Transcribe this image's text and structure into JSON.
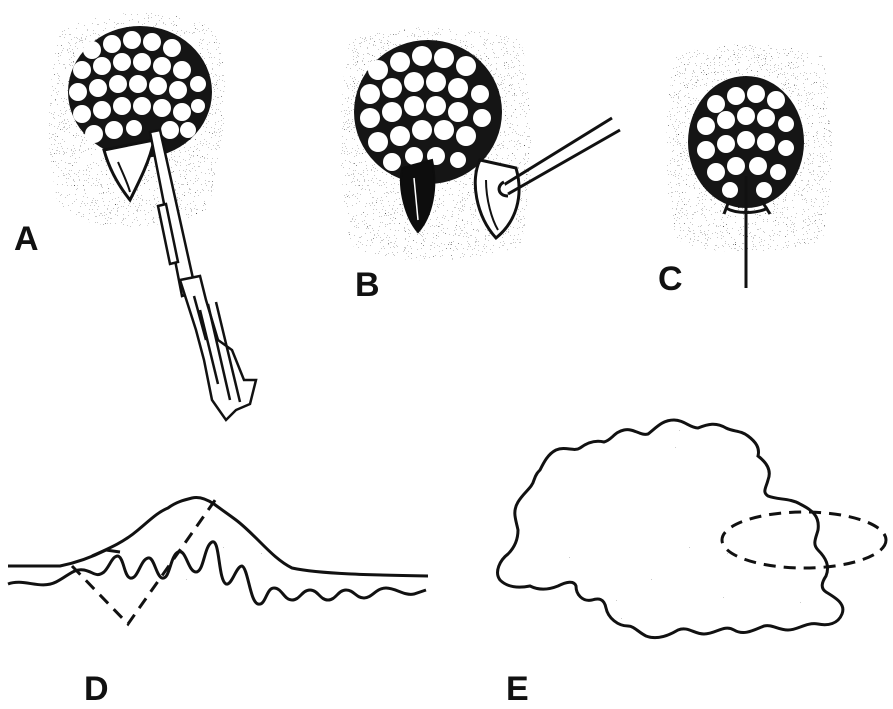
{
  "panels": [
    {
      "id": "A",
      "label": "A"
    },
    {
      "id": "B",
      "label": "B"
    },
    {
      "id": "C",
      "label": "C"
    },
    {
      "id": "D",
      "label": "D"
    },
    {
      "id": "E",
      "label": "E"
    }
  ],
  "colors": {
    "ink": "#111111",
    "stipple": "#333333",
    "background": "#ffffff"
  }
}
